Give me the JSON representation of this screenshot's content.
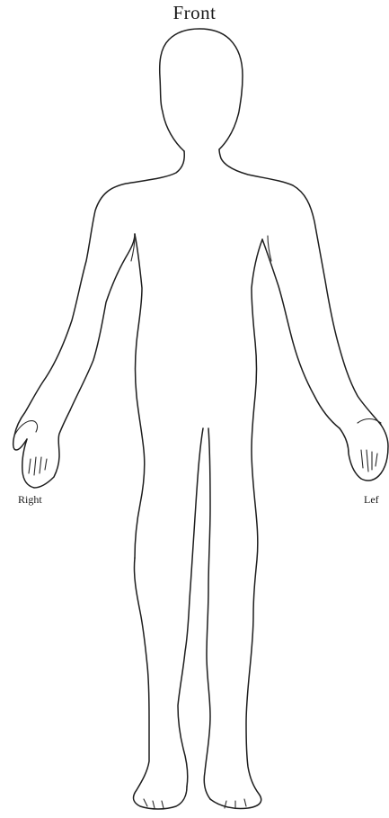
{
  "diagram": {
    "title": "Front",
    "labels": {
      "right": "Right",
      "left": "Lef"
    }
  }
}
